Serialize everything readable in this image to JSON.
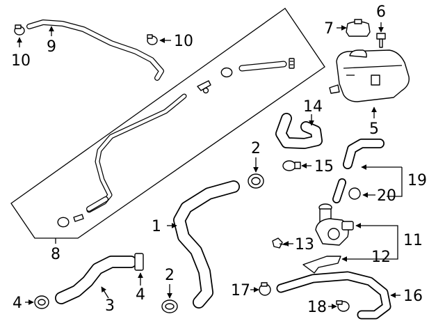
{
  "callouts": {
    "c1": "1",
    "c2a": "2",
    "c2b": "2",
    "c3": "3",
    "c4a": "4",
    "c4b": "4",
    "c5": "5",
    "c6": "6",
    "c7": "7",
    "c8": "8",
    "c9": "9",
    "c10a": "10",
    "c10b": "10",
    "c11": "11",
    "c12": "12",
    "c13": "13",
    "c14": "14",
    "c15": "15",
    "c16": "16",
    "c17": "17",
    "c18": "18",
    "c19": "19",
    "c20": "20"
  },
  "colors": {
    "line": "#000000",
    "background": "#ffffff"
  }
}
